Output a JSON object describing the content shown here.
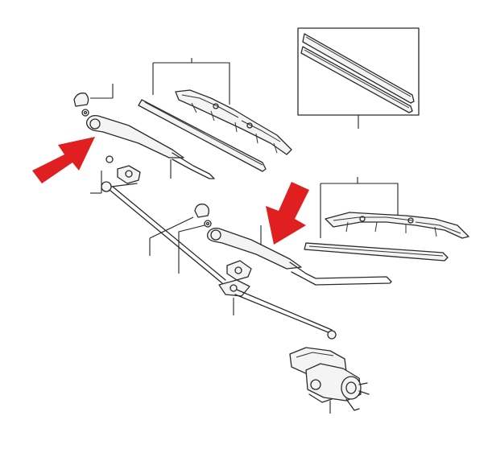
{
  "diagram": {
    "colors": {
      "ink": "#2a2a2a",
      "highlight_arrow": "#e02020",
      "background": "#ffffff"
    },
    "components": [
      "wiper-arm-left",
      "wiper-arm-right",
      "wiper-blade-left",
      "wiper-blade-right",
      "wiper-refill-left",
      "wiper-refill-right",
      "refill-inset",
      "pivot-cap-left",
      "pivot-cap-right",
      "pivot-nut-left",
      "pivot-nut-right",
      "pivot-left",
      "pivot-right",
      "linkage-rod",
      "wiper-motor"
    ],
    "highlight_arrows": [
      "arrow-left-arm",
      "arrow-right-arm"
    ]
  }
}
